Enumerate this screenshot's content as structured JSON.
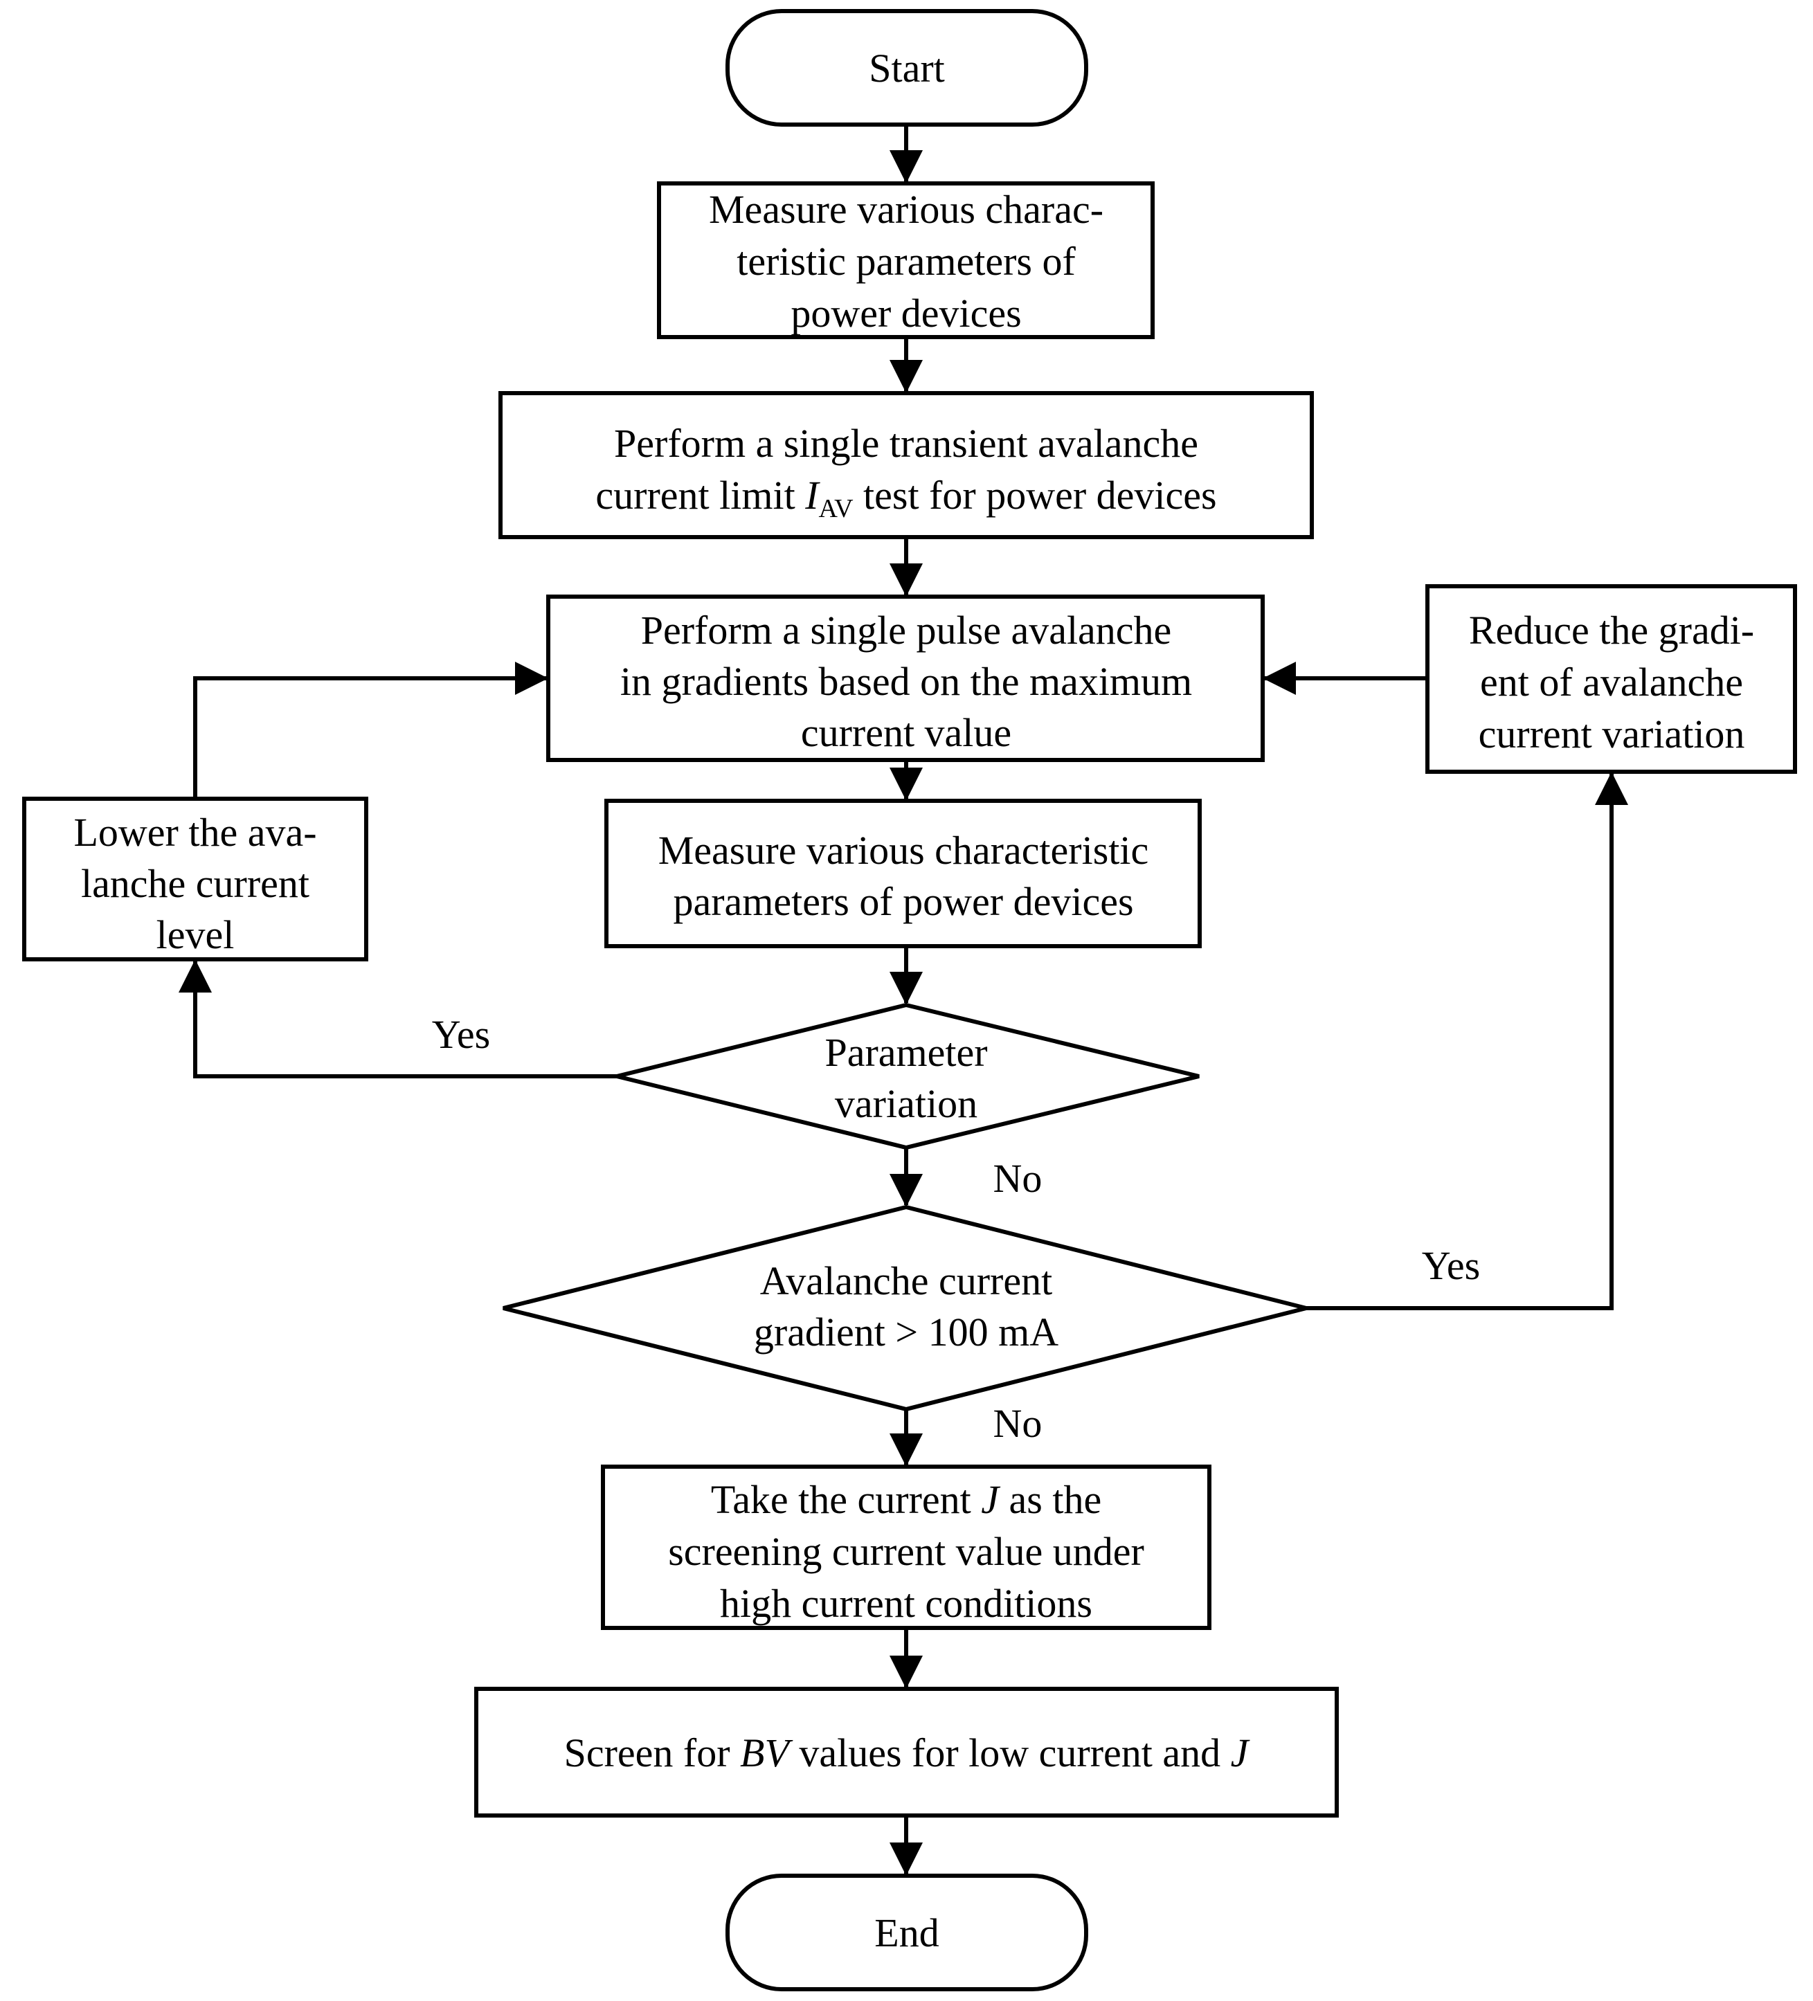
{
  "start": {
    "label": "Start"
  },
  "step_measure_initial": {
    "lines": [
      "Measure various charac-",
      "teristic parameters of",
      "power devices"
    ]
  },
  "step_transient": {
    "line1": "Perform a single transient avalanche",
    "line2_prefix": "current limit ",
    "line2_symbol": "I",
    "line2_subscript": "AV",
    "line2_suffix": " test for power devices"
  },
  "step_pulse_test": {
    "lines": [
      "Perform a single pulse avalanche",
      "in gradients based on the maximum",
      "current value"
    ]
  },
  "step_reduce_gradient": {
    "lines": [
      "Reduce the gradi-",
      "ent of avalanche",
      "current variation"
    ]
  },
  "step_lower_level": {
    "lines": [
      "Lower the ava-",
      "lanche current",
      "level"
    ]
  },
  "step_measure_again": {
    "lines": [
      "Measure various characteristic",
      "parameters of power devices"
    ]
  },
  "decision_parameter": {
    "lines": [
      "Parameter",
      "variation"
    ],
    "yes_label": "Yes",
    "no_label": "No"
  },
  "decision_gradient": {
    "lines": [
      "Avalanche current",
      "gradient > 100 mA"
    ],
    "yes_label": "Yes",
    "no_label": "No"
  },
  "step_take_current": {
    "line1_prefix": "Take the current ",
    "line1_symbol": "J",
    "line1_suffix": " as the",
    "line2": "screening current value under",
    "line3": "high current conditions"
  },
  "step_screen": {
    "prefix": "Screen for ",
    "symbol_bv": "BV",
    "middle": " values for low current and ",
    "symbol_j": "J"
  },
  "end": {
    "label": "End"
  },
  "colors": {
    "stroke": "#000000",
    "background": "#ffffff"
  }
}
